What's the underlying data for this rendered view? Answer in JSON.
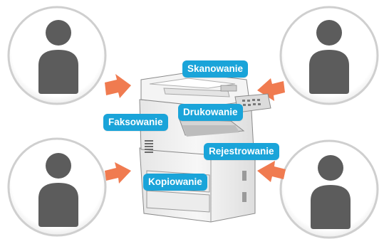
{
  "labels": {
    "scan": "Skanowanie",
    "fax": "Faksowanie",
    "print": "Drukowanie",
    "register": "Rejestrowanie",
    "copy": "Kopiowanie"
  },
  "colors": {
    "label_bg": "#1aa4d9",
    "arrow": "#f07b50",
    "avatar": "#5c5c5c",
    "circle_border": "#c9c9c9",
    "printer_body": "#f2f2f2",
    "printer_dark": "#bdbdbd"
  },
  "icons": {
    "users": "user-silhouette-icon",
    "device": "multifunction-printer-icon",
    "arrows": "arrow-right-icon"
  }
}
